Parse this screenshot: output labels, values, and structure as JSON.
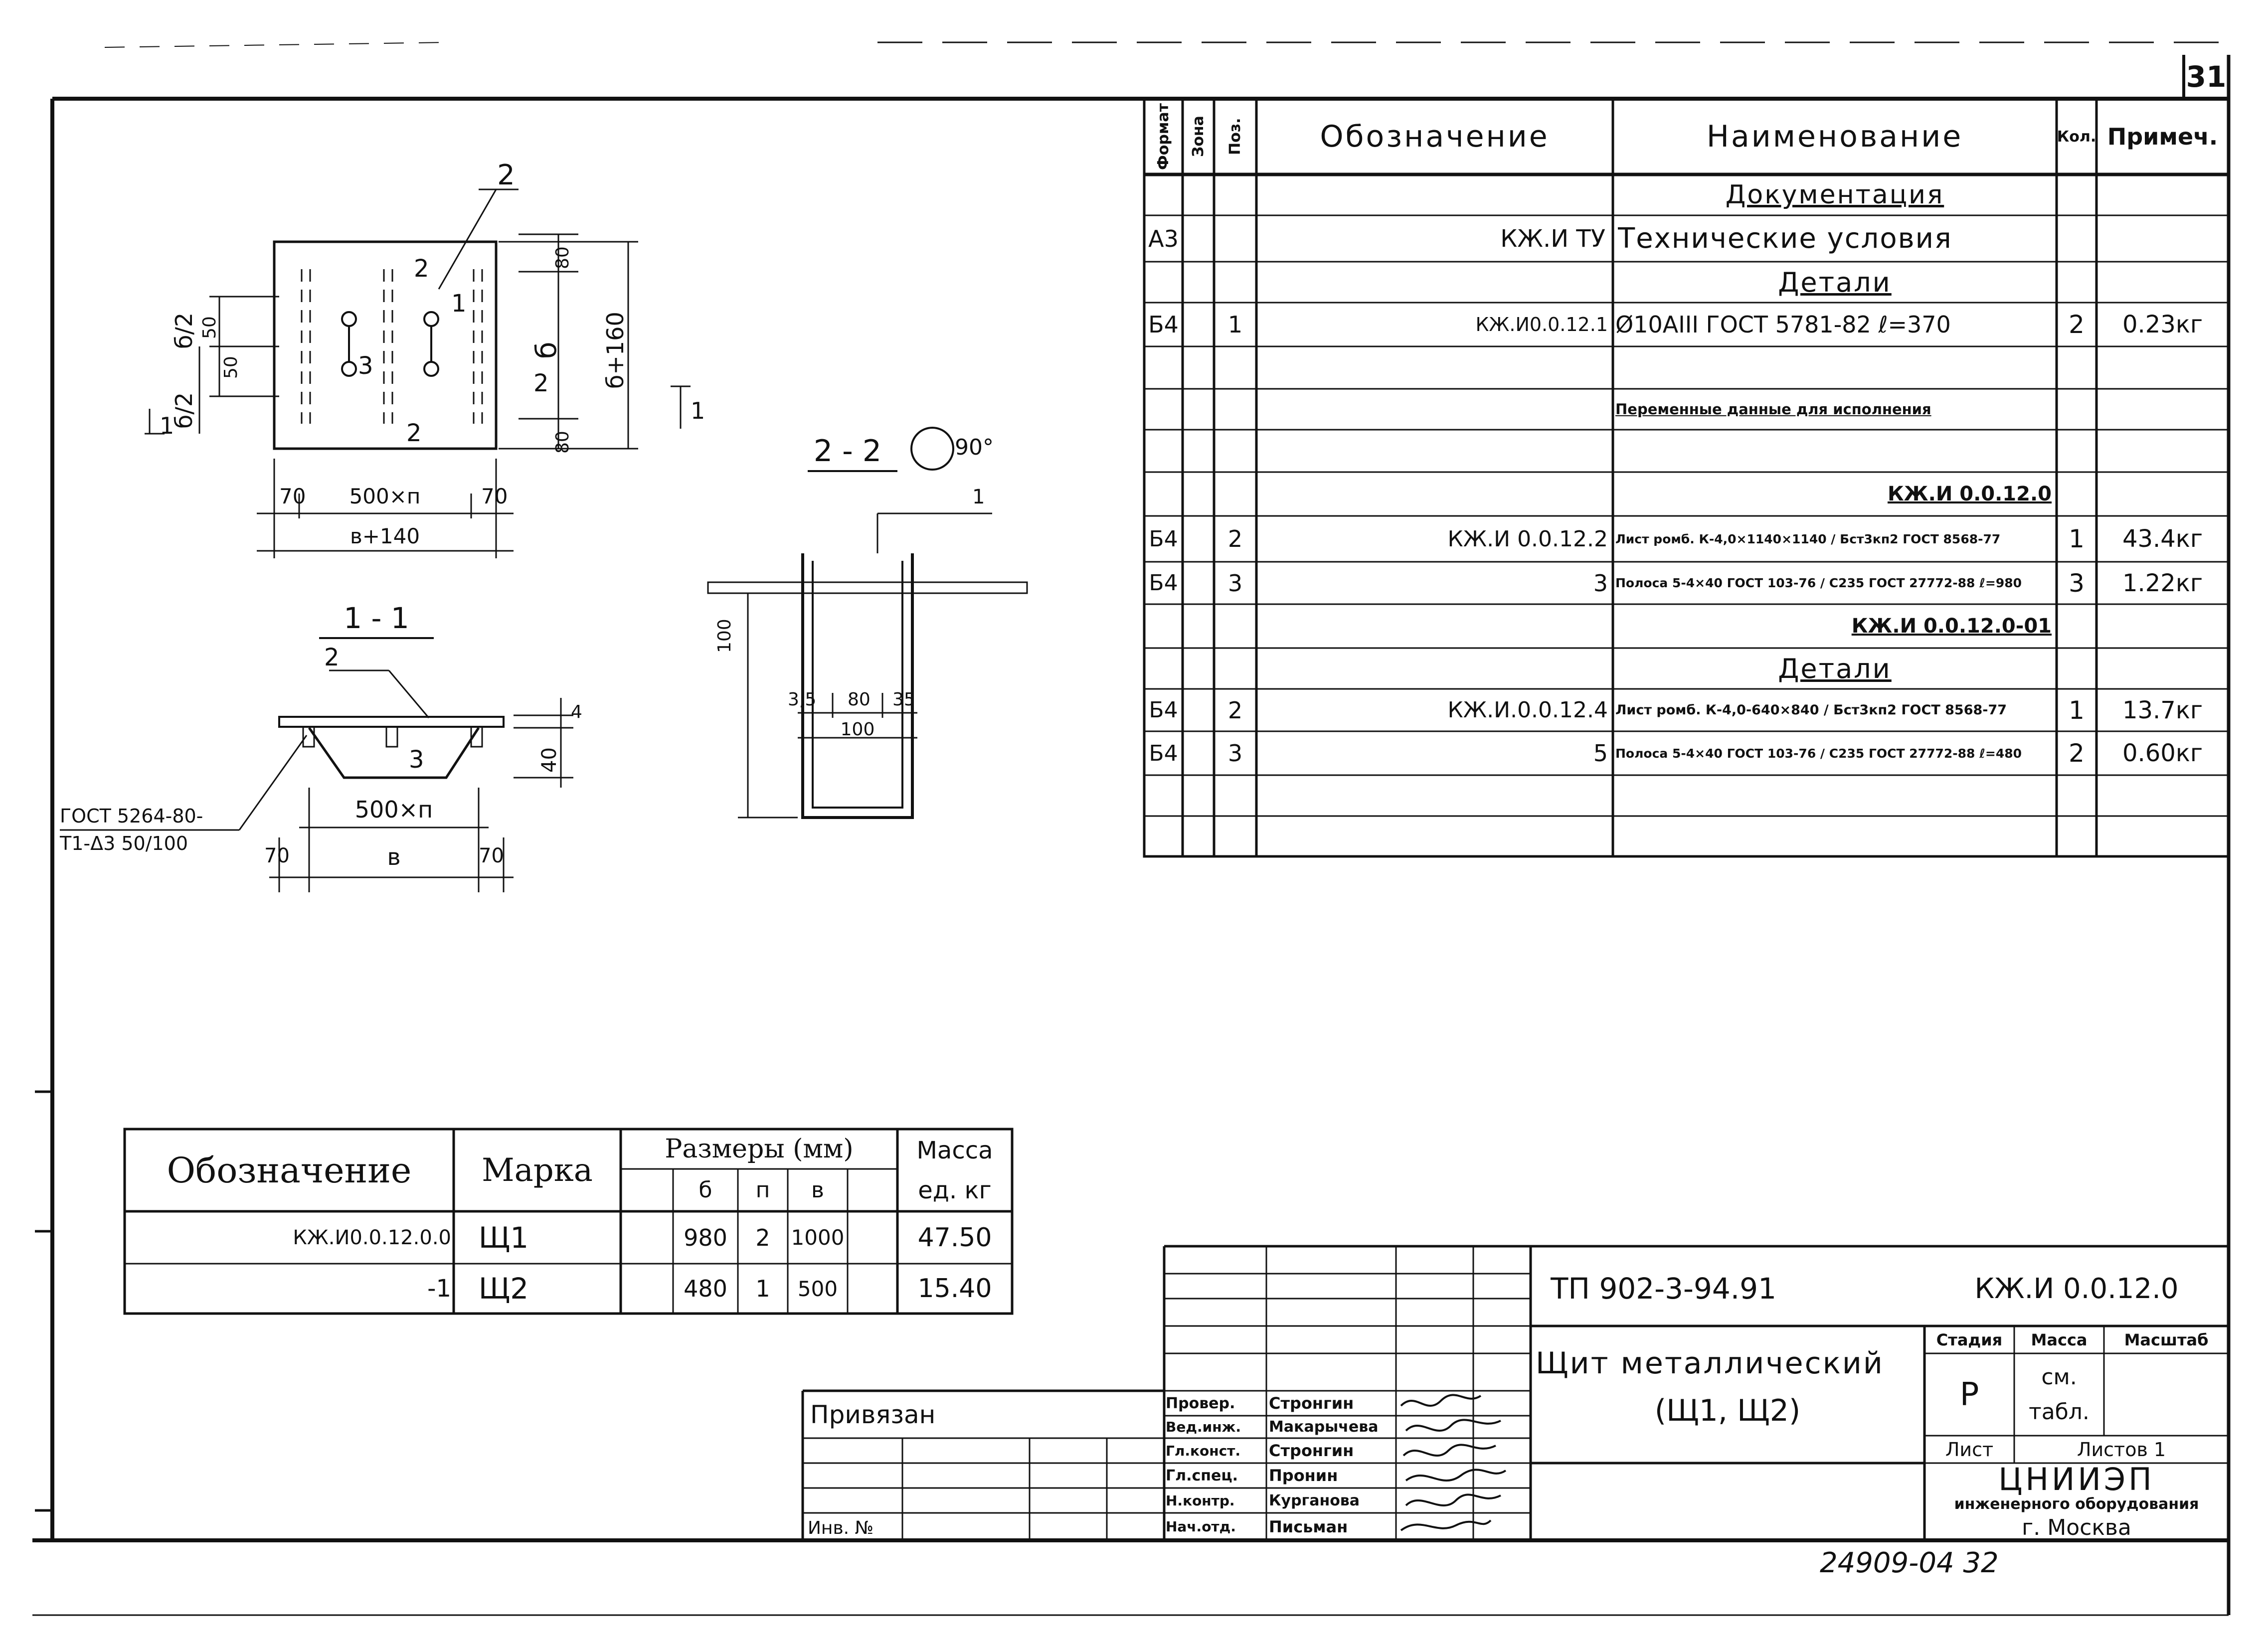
{
  "sheet_number": "31",
  "spec": {
    "headers": {
      "format": "Формат",
      "zone": "Зона",
      "pos": "Поз.",
      "designation": "Обозначение",
      "name": "Наименование",
      "qty": "Кол.",
      "note": "Примеч."
    },
    "rows": [
      {
        "format": "",
        "pos": "",
        "designation": "",
        "name": "Документация",
        "qty": "",
        "note": ""
      },
      {
        "format": "А3",
        "pos": "",
        "designation": "КЖ.И ТУ",
        "name": "Технические условия",
        "qty": "",
        "note": ""
      },
      {
        "format": "",
        "pos": "",
        "designation": "",
        "name": "Детали",
        "qty": "",
        "note": ""
      },
      {
        "format": "Б4",
        "pos": "1",
        "designation": "КЖ.И0.0.12.1",
        "name": "Ø10АIII ГОСТ 5781-82  ℓ=370",
        "qty": "2",
        "note": "0.23кг"
      },
      {
        "format": "",
        "pos": "",
        "designation": "",
        "name": "",
        "qty": "",
        "note": ""
      },
      {
        "format": "",
        "pos": "",
        "designation": "",
        "name": "Переменные данные для исполнения",
        "qty": "",
        "note": ""
      },
      {
        "format": "",
        "pos": "",
        "designation": "",
        "name": "",
        "qty": "",
        "note": ""
      },
      {
        "format": "",
        "pos": "",
        "designation": "",
        "name": "КЖ.И 0.0.12.0",
        "qty": "",
        "note": ""
      },
      {
        "format": "Б4",
        "pos": "2",
        "designation": "КЖ.И 0.0.12.2",
        "name": "Лист ромб. К-4,0×1140×1140 / Бст3кп2 ГОСТ 8568-77",
        "qty": "1",
        "note": "43.4кг"
      },
      {
        "format": "Б4",
        "pos": "3",
        "designation": "3",
        "name": "Полоса 5-4×40 ГОСТ 103-76 / С235 ГОСТ 27772-88  ℓ=980",
        "qty": "3",
        "note": "1.22кг"
      },
      {
        "format": "",
        "pos": "",
        "designation": "",
        "name": "КЖ.И 0.0.12.0-01",
        "qty": "",
        "note": ""
      },
      {
        "format": "",
        "pos": "",
        "designation": "",
        "name": "Детали",
        "qty": "",
        "note": ""
      },
      {
        "format": "Б4",
        "pos": "2",
        "designation": "КЖ.И.0.0.12.4",
        "name": "Лист ромб. К-4,0-640×840 / Бст3кп2 ГОСТ 8568-77",
        "qty": "1",
        "note": "13.7кг"
      },
      {
        "format": "Б4",
        "pos": "3",
        "designation": "5",
        "name": "Полоса 5-4×40 ГОСТ 103-76 / С235 ГОСТ 27772-88  ℓ=480",
        "qty": "2",
        "note": "0.60кг"
      },
      {
        "format": "",
        "pos": "",
        "designation": "",
        "name": "",
        "qty": "",
        "note": ""
      },
      {
        "format": "",
        "pos": "",
        "designation": "",
        "name": "",
        "qty": "",
        "note": ""
      }
    ]
  },
  "variants": {
    "headers": {
      "designation": "Обозначение",
      "mark": "Марка",
      "dims": "Размеры (мм)",
      "b": "б",
      "n": "п",
      "v": "в",
      "mass": "Масса ед. кг"
    },
    "rows": [
      {
        "designation": "КЖ.И0.0.12.0.0",
        "mark": "Щ1",
        "b": "980",
        "n": "2",
        "v": "1000",
        "mass": "47.50"
      },
      {
        "designation": "-1",
        "mark": "Щ2",
        "b": "480",
        "n": "1",
        "v": "500",
        "mass": "15.40"
      }
    ]
  },
  "title_block": {
    "project": "ТП 902-3-94.91",
    "doc_code": "КЖ.И 0.0.12.0",
    "title_line1": "Щит металлический",
    "title_line2": "(Щ1, Щ2)",
    "stage_label": "Стадия",
    "mass_label": "Масса",
    "scale_label": "Масштаб",
    "stage": "Р",
    "mass_value": "см. табл.",
    "sheet_label": "Лист",
    "sheets_label": "Листов 1",
    "org_name": "ЦНИИЭП",
    "org_sub": "инженерного оборудования",
    "org_city": "г. Москва",
    "bound": "Привязан",
    "inv": "Инв. №",
    "signers": [
      {
        "role": "Провер.",
        "name": "Стронгин"
      },
      {
        "role": "Вед.инж.",
        "name": "Макарычева"
      },
      {
        "role": "Гл.конст.",
        "name": "Стронгин"
      },
      {
        "role": "Гл.спец.",
        "name": "Пронин"
      },
      {
        "role": "Н.контр.",
        "name": "Курганова"
      },
      {
        "role": "Нач.отд.",
        "name": "Письман"
      }
    ]
  },
  "archive_number": "24909-04  32",
  "drawing": {
    "plan_labels": {
      "pos2_top": "2",
      "pos2_mid": "2",
      "pos1": "1",
      "pos3": "3",
      "pos2_bottom": "2",
      "pos2_side": "2",
      "half_b_top": "б/2",
      "half_b_bot": "б/2",
      "dim50a": "50",
      "dim50b": "50",
      "dim80a": "80",
      "dim80b": "80",
      "b": "б",
      "b160": "б+160",
      "d70a": "70",
      "d500n": "500×п",
      "d70b": "70",
      "dv140": "в+140",
      "sec1a": "1",
      "sec1b": "1"
    },
    "section22": {
      "title": "2 - 2",
      "angle": "90°",
      "pos1": "1",
      "d100": "100",
      "d35a": "3,5",
      "d80": "80",
      "d35b": "35",
      "d100b": "100"
    },
    "section11": {
      "title": "1 - 1",
      "pos2": "2",
      "pos3": "3",
      "d4": "4",
      "d40": "40",
      "d500n": "500×п",
      "d70a": "70",
      "dv": "в",
      "d70b": "70",
      "weld1": "ГОСТ 5264-80-",
      "weld2": "Т1-Δ3 50/100"
    }
  }
}
